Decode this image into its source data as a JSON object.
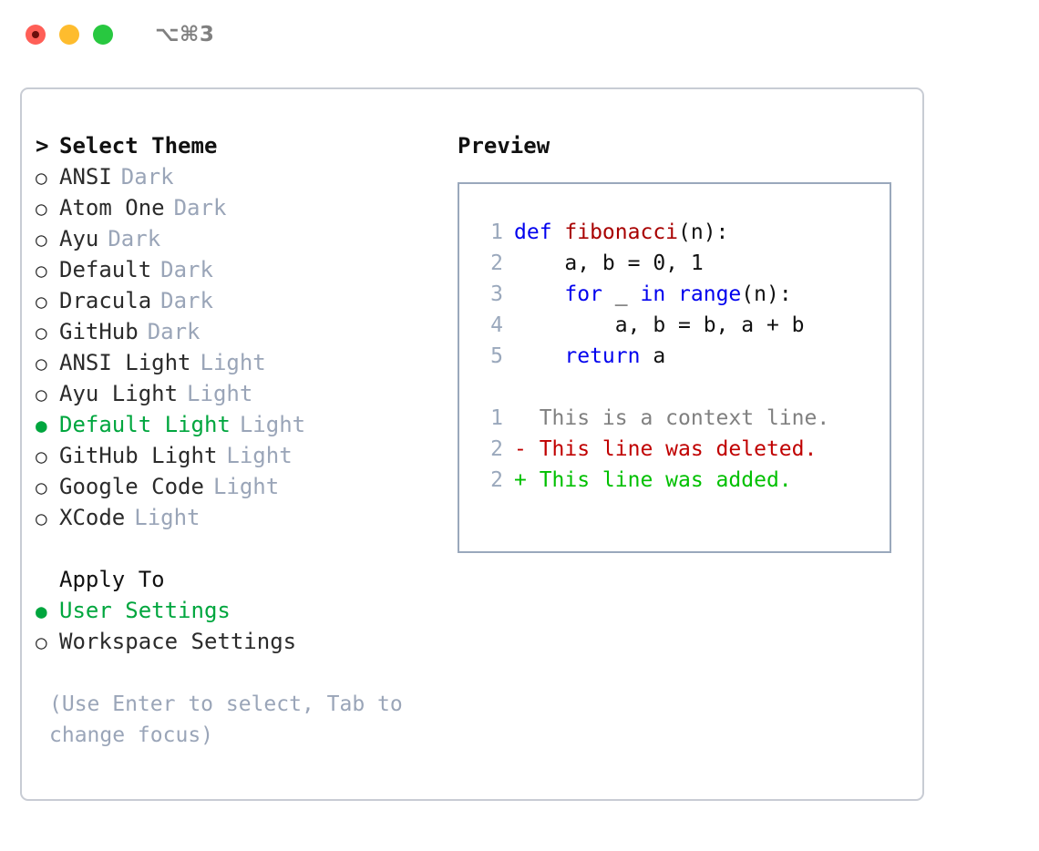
{
  "titlebar": {
    "shortcut": "⌥⌘3",
    "lights": [
      {
        "name": "close",
        "color": "#ff5f57"
      },
      {
        "name": "minimize",
        "color": "#febc2e"
      },
      {
        "name": "maximize",
        "color": "#28c840"
      }
    ]
  },
  "theme_list": {
    "prompt": ">",
    "header": "Select Theme",
    "marker_selected": "●",
    "marker_unselected": "○",
    "items": [
      {
        "name": "ANSI",
        "mode": "Dark",
        "selected": false
      },
      {
        "name": "Atom One",
        "mode": "Dark",
        "selected": false
      },
      {
        "name": "Ayu",
        "mode": "Dark",
        "selected": false
      },
      {
        "name": "Default",
        "mode": "Dark",
        "selected": false
      },
      {
        "name": "Dracula",
        "mode": "Dark",
        "selected": false
      },
      {
        "name": "GitHub",
        "mode": "Dark",
        "selected": false
      },
      {
        "name": "ANSI Light",
        "mode": "Light",
        "selected": false
      },
      {
        "name": "Ayu Light",
        "mode": "Light",
        "selected": false
      },
      {
        "name": "Default Light",
        "mode": "Light",
        "selected": true
      },
      {
        "name": "GitHub Light",
        "mode": "Light",
        "selected": false
      },
      {
        "name": "Google Code",
        "mode": "Light",
        "selected": false
      },
      {
        "name": "XCode",
        "mode": "Light",
        "selected": false
      }
    ]
  },
  "apply_to": {
    "label": "Apply To",
    "items": [
      {
        "name": "User Settings",
        "selected": true
      },
      {
        "name": "Workspace Settings",
        "selected": false
      }
    ]
  },
  "hint": "(Use Enter to select, Tab to change focus)",
  "preview": {
    "title": "Preview",
    "code_lines": [
      {
        "number": "1",
        "tokens": [
          {
            "text": "def ",
            "type": "kw"
          },
          {
            "text": "fibonacci",
            "type": "fn"
          },
          {
            "text": "(n):",
            "type": "plain"
          }
        ]
      },
      {
        "number": "2",
        "tokens": [
          {
            "text": "    a, b = 0, 1",
            "type": "plain"
          }
        ]
      },
      {
        "number": "3",
        "tokens": [
          {
            "text": "    ",
            "type": "plain"
          },
          {
            "text": "for",
            "type": "kw"
          },
          {
            "text": " _ ",
            "type": "plain"
          },
          {
            "text": "in",
            "type": "kw"
          },
          {
            "text": " ",
            "type": "plain"
          },
          {
            "text": "range",
            "type": "kw"
          },
          {
            "text": "(n):",
            "type": "plain"
          }
        ]
      },
      {
        "number": "4",
        "tokens": [
          {
            "text": "        a, b = b, a + b",
            "type": "plain"
          }
        ]
      },
      {
        "number": "5",
        "tokens": [
          {
            "text": "    ",
            "type": "plain"
          },
          {
            "text": "return",
            "type": "kw"
          },
          {
            "text": " a",
            "type": "plain"
          }
        ]
      }
    ],
    "diff_lines": [
      {
        "number": "1",
        "tokens": [
          {
            "text": "  This is a context line.",
            "type": "ctx"
          }
        ]
      },
      {
        "number": "2",
        "tokens": [
          {
            "text": "- This line was deleted.",
            "type": "del"
          }
        ]
      },
      {
        "number": "2",
        "tokens": [
          {
            "text": "+ This line was added.",
            "type": "add"
          }
        ]
      }
    ]
  },
  "colors": {
    "accent_green": "#00a63e",
    "muted": "#9aa5b8",
    "line_number": "#9aa8bc",
    "keyword": "#0000ee",
    "function": "#a80000",
    "diff_added": "#00c000",
    "diff_deleted": "#c00000",
    "panel_border": "#c8ccd4",
    "preview_border": "#9aa8bc"
  }
}
